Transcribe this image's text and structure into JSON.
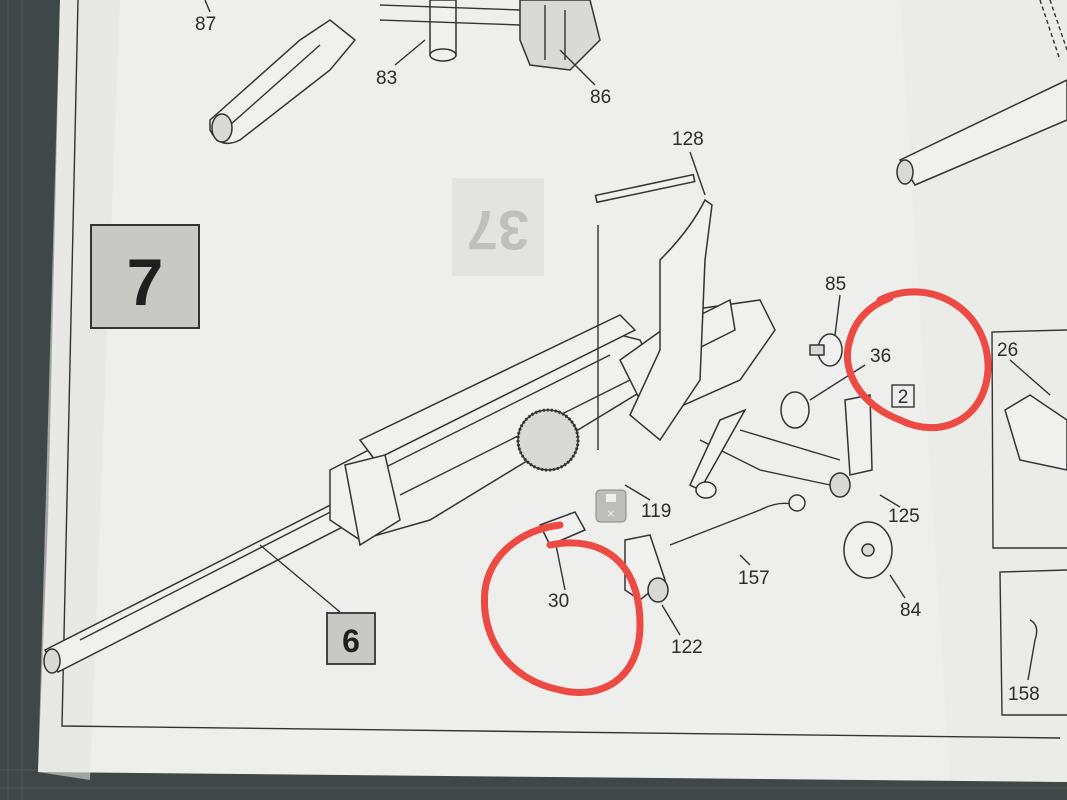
{
  "instruction_sheet": {
    "step_number": "7",
    "sub_assembly_number": "6",
    "small_box_number": "2",
    "watermark_number": "37",
    "part_numbers": {
      "p87": "87",
      "p83": "83",
      "p86": "86",
      "p128": "128",
      "p85": "85",
      "p36": "36",
      "p26": "26",
      "p119": "119",
      "p125": "125",
      "p157": "157",
      "p84": "84",
      "p30": "30",
      "p122": "122",
      "p158": "158"
    }
  },
  "annotations": {
    "highlight_color": "#ec4a43",
    "highlight_count": 2
  },
  "icons": [
    "do-not-glue-icon"
  ]
}
